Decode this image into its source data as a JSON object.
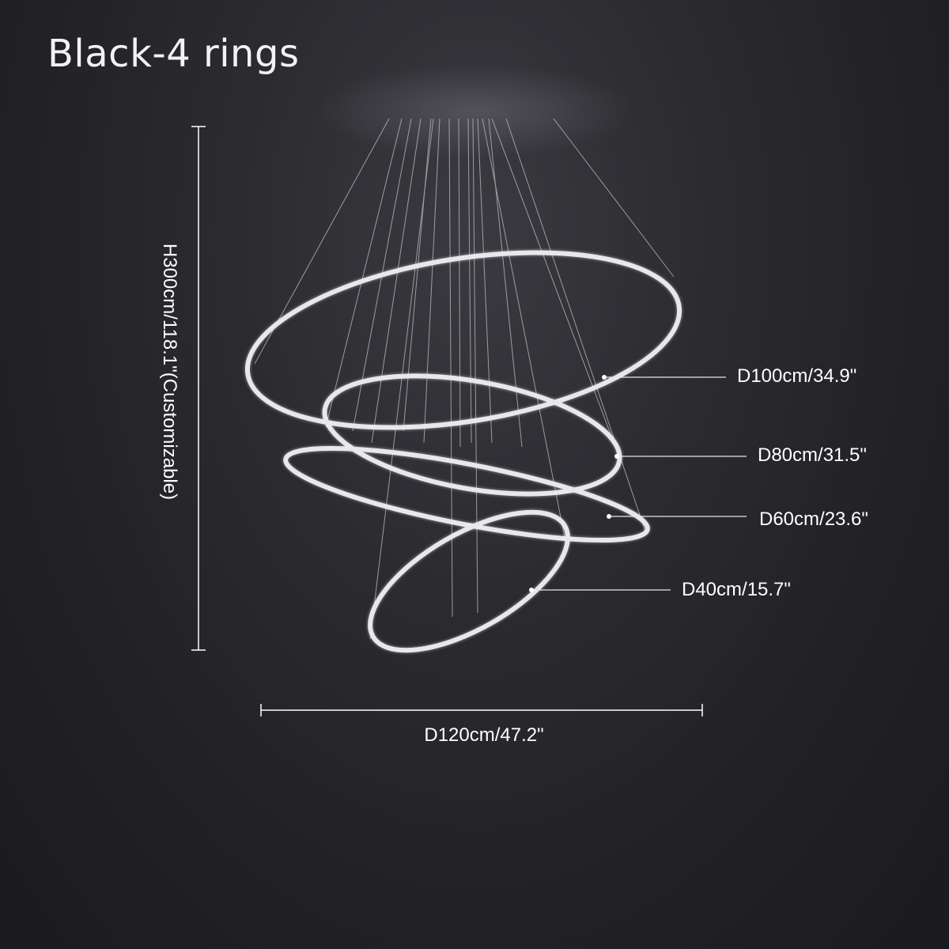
{
  "title": "Black-4 rings",
  "dimensions": {
    "height": "H300cm/118.1\"(Customizable)",
    "width": "D120cm/47.2\""
  },
  "rings": [
    {
      "label": "D100cm/34.9\""
    },
    {
      "label": "D80cm/31.5\""
    },
    {
      "label": "D60cm/23.6\""
    },
    {
      "label": "D40cm/15.7\""
    }
  ],
  "colors": {
    "background": "#26262b",
    "ring": "#e6e6ea",
    "text": "#ffffff",
    "wire": "#bfbfc4"
  }
}
